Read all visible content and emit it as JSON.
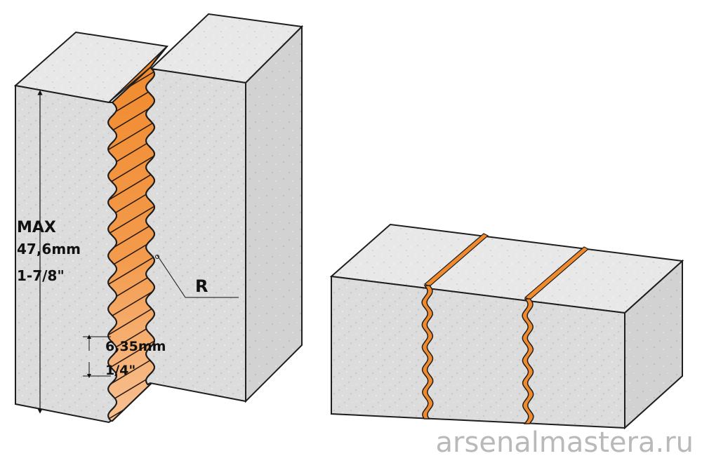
{
  "height_label": {
    "line1": "MAX",
    "line2": "47,6mm",
    "line3": "1-7/8\""
  },
  "radius_label": "R",
  "pitch_label": {
    "line1": "6,35mm",
    "line2": "1/4\""
  },
  "watermark": "arsenalmastera.ru",
  "colors": {
    "stone_light": "#e6e6e6",
    "stone_mid": "#d9d9d9",
    "stone_dark": "#cfcfcf",
    "outline": "#1e1e1e",
    "profile_orange": "#f08a2c",
    "profile_light": "#f8c193",
    "watermark": "#b9b9b9"
  }
}
